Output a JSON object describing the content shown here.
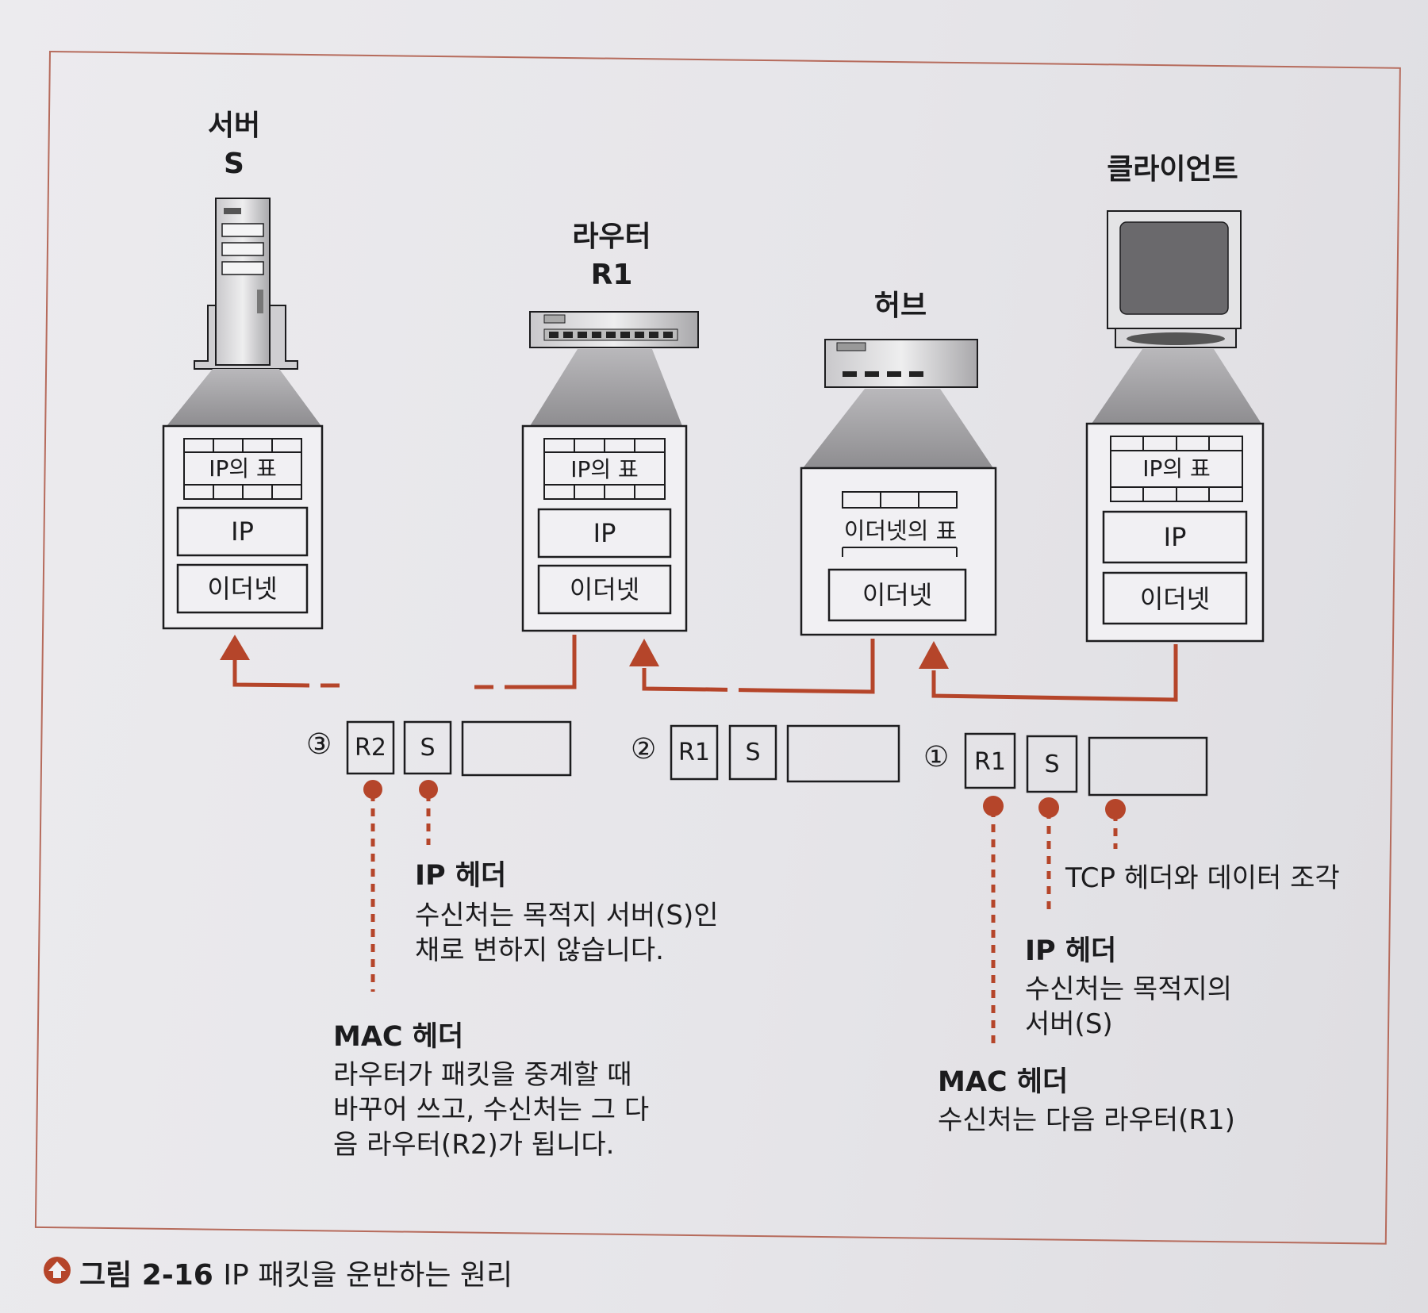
{
  "devices": {
    "server": {
      "name": "서버",
      "id": "S"
    },
    "router": {
      "name": "라우터",
      "id": "R1"
    },
    "hub": {
      "name": "허브"
    },
    "client": {
      "name": "클라이언트"
    }
  },
  "stacks": {
    "server": {
      "table": "IP의 표",
      "ip": "IP",
      "ethernet": "이더넷"
    },
    "router": {
      "table": "IP의 표",
      "ip": "IP",
      "ethernet": "이더넷"
    },
    "hub": {
      "table": "이더넷의 표",
      "ethernet": "이더넷"
    },
    "client": {
      "table": "IP의 표",
      "ip": "IP",
      "ethernet": "이더넷"
    }
  },
  "packets": [
    {
      "step": "③",
      "mac": "R2",
      "ip": "S"
    },
    {
      "step": "②",
      "mac": "R1",
      "ip": "S"
    },
    {
      "step": "①",
      "mac": "R1",
      "ip": "S"
    }
  ],
  "annotations": {
    "left_ip": {
      "title": "IP 헤더",
      "lines": [
        "수신처는 목적지 서버(S)인",
        "채로 변하지 않습니다."
      ]
    },
    "left_mac": {
      "title": "MAC 헤더",
      "lines": [
        "라우터가 패킷을 중계할 때",
        "바꾸어 쓰고, 수신처는 그 다",
        "음 라우터(R2)가 됩니다."
      ]
    },
    "right_tcp": {
      "text": "TCP 헤더와 데이터 조각"
    },
    "right_ip": {
      "title": "IP 헤더",
      "lines": [
        "수신처는 목적지의",
        "서버(S)"
      ]
    },
    "right_mac": {
      "title": "MAC 헤더",
      "lines": [
        "수신처는 다음 라우터(R1)"
      ]
    }
  },
  "caption": {
    "label": "그림 2-16",
    "text": "IP 패킷을 운반하는 원리"
  },
  "colors": {
    "accent": "#b5452a",
    "frame": "#b66b5c",
    "line": "#1c1c1e"
  }
}
